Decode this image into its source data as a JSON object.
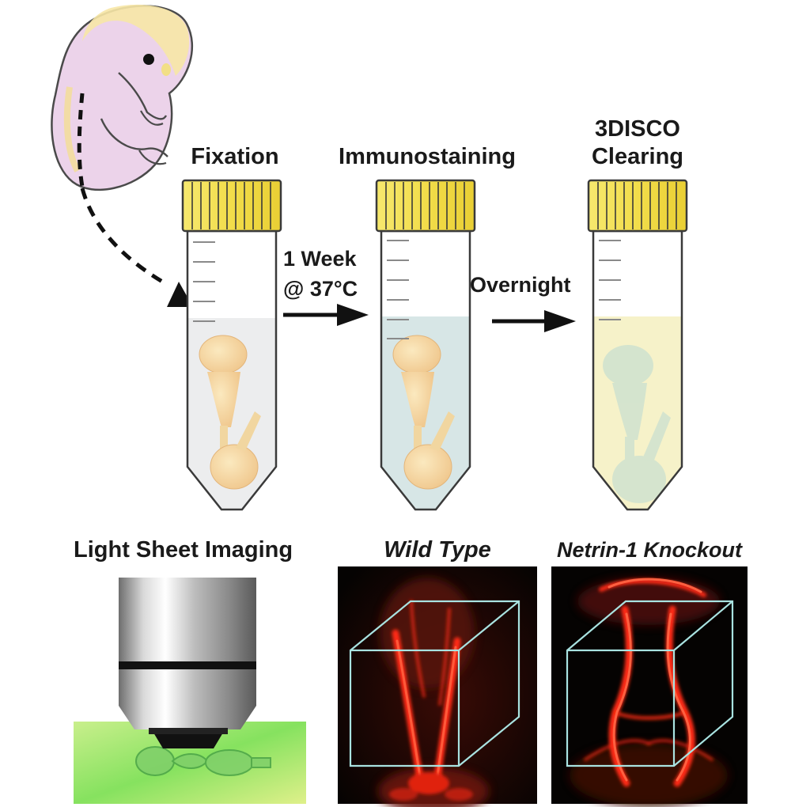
{
  "steps": {
    "fixation": "Fixation",
    "immunostaining": "Immunostaining",
    "clearing_line1": "3DISCO",
    "clearing_line2": "Clearing"
  },
  "transitions": {
    "week_line1": "1 Week",
    "week_line2": "@ 37°C",
    "overnight": "Overnight"
  },
  "panels": {
    "imaging": "Light Sheet Imaging",
    "wild_type": "Wild Type",
    "knockout": "Netrin-1 Knockout"
  },
  "colors": {
    "cap_yellow": "#f2e15a",
    "fix_liquid": "#ecedee",
    "stain_liquid": "#d7e6e6",
    "clear_liquid": "#f6f2c9",
    "embryo_skin": "#ecd4ea",
    "signal_red": "#ff2a12",
    "box_cyan": "#a9e3e1",
    "sheet_green": "#9fe66a"
  }
}
